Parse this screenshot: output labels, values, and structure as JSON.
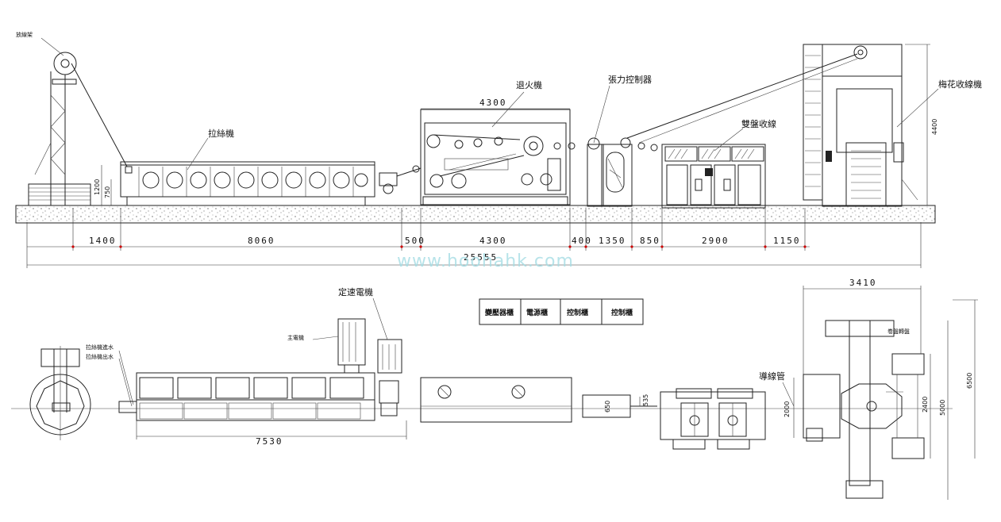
{
  "labels": {
    "pay_off_stand": "放線架",
    "drawing_machine": "拉絲機",
    "annealer": "退火機",
    "tension_controller": "張力控制器",
    "spooler": "雙盤收線",
    "coiler": "梅花收線機",
    "constant_speed_motor": "定速電機",
    "main_motor": "主電機",
    "water_in": "拉絲機進水",
    "water_out": "拉絲機出水",
    "guide_tube": "導線管",
    "coil_base": "卷盤轉盤"
  },
  "control_cabinets": [
    "變壓器櫃",
    "電源櫃",
    "控制櫃",
    "控制櫃"
  ],
  "dimensions": {
    "bottom": [
      "1400",
      "8060",
      "500",
      "4300",
      "400",
      "1350",
      "850",
      "2900",
      "1150"
    ],
    "total": "25555",
    "annealer_top": "4300",
    "coiler_height": "4400",
    "drawing_h1": "1200",
    "drawing_h2": "750",
    "plan_length": "7530",
    "plan_width": "3410",
    "v1": "650",
    "v2": "535",
    "v3": "2000",
    "v4": "2400",
    "v5": "5000",
    "v6": "6500"
  },
  "watermark": "www.hoohahk.com"
}
